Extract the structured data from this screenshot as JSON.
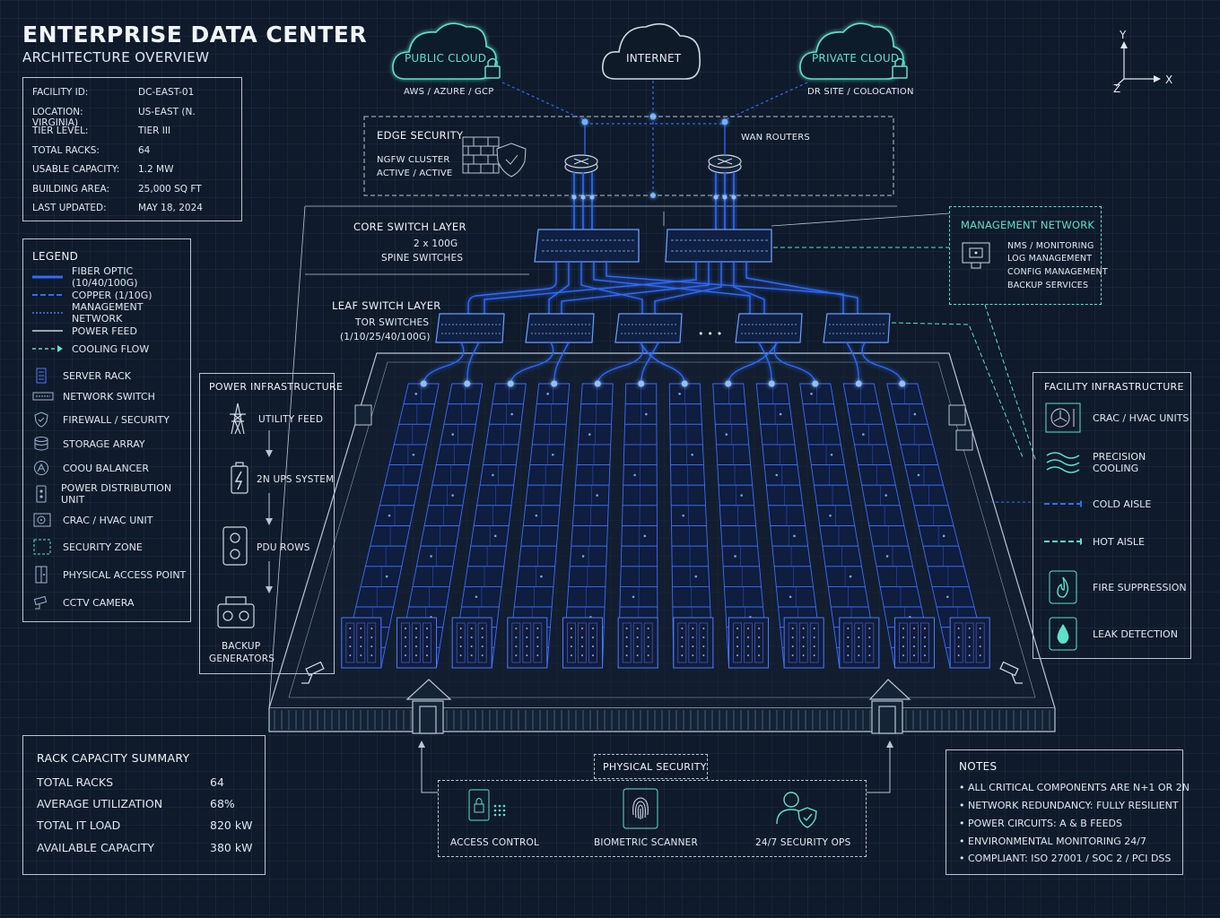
{
  "title": "ENTERPRISE DATA CENTER",
  "subtitle": "ARCHITECTURE OVERVIEW",
  "facility": [
    {
      "k": "FACILITY ID:",
      "v": "DC-EAST-01"
    },
    {
      "k": "LOCATION:",
      "v": "US-EAST (N. VIRGINIA)"
    },
    {
      "k": "TIER LEVEL:",
      "v": "TIER III"
    },
    {
      "k": "TOTAL RACKS:",
      "v": "64"
    },
    {
      "k": "USABLE CAPACITY:",
      "v": "1.2 MW"
    },
    {
      "k": "BUILDING AREA:",
      "v": "25,000 SQ FT"
    },
    {
      "k": "LAST UPDATED:",
      "v": "MAY 18, 2024"
    }
  ],
  "legend": {
    "title": "LEGEND",
    "lines": [
      "FIBER OPTIC (10/40/100G)",
      "COPPER (1/10G)",
      "MANAGEMENT NETWORK",
      "POWER FEED",
      "COOLING FLOW"
    ],
    "icons": [
      {
        "label": "SERVER RACK",
        "icon": "server-rack-icon"
      },
      {
        "label": "NETWORK SWITCH",
        "icon": "network-switch-icon"
      },
      {
        "label": "FIREWALL / SECURITY",
        "icon": "shield-icon"
      },
      {
        "label": "STORAGE ARRAY",
        "icon": "storage-icon"
      },
      {
        "label": "COOU BALANCER",
        "icon": "load-balancer-icon"
      },
      {
        "label": "POWER DISTRIBUTION UNIT",
        "icon": "pdu-icon"
      },
      {
        "label": "CRAC / HVAC UNIT",
        "icon": "hvac-icon"
      },
      {
        "label": "SECURITY ZONE",
        "icon": "zone-icon"
      },
      {
        "label": "PHYSICAL ACCESS POINT",
        "icon": "door-icon"
      },
      {
        "label": "CCTV CAMERA",
        "icon": "cctv-icon"
      }
    ]
  },
  "clouds": {
    "public": {
      "label": "PUBLIC CLOUD",
      "sub": "AWS / AZURE / GCP"
    },
    "internet": {
      "label": "INTERNET"
    },
    "private": {
      "label": "PRIVATE CLOUD",
      "sub": "DR SITE / COLOCATION"
    }
  },
  "axes": {
    "y": "Y",
    "x": "X",
    "z": "Z"
  },
  "edge": {
    "title": "EDGE SECURITY",
    "line1": "NGFW CLUSTER",
    "line2": "ACTIVE / ACTIVE",
    "wan": "WAN ROUTERS"
  },
  "core": {
    "title": "CORE SWITCH LAYER",
    "line1": "2 x 100G",
    "line2": "SPINE SWITCHES"
  },
  "leaf": {
    "title": "LEAF SWITCH LAYER",
    "line1": "TOR SWITCHES",
    "line2": "(1/10/25/40/100G)",
    "ellipsis": "• • •"
  },
  "management": {
    "title": "MANAGEMENT NETWORK",
    "items": [
      "NMS / MONITORING",
      "LOG MANAGEMENT",
      "CONFIG MANAGEMENT",
      "BACKUP SERVICES"
    ]
  },
  "power": {
    "title": "POWER INFRASTRUCTURE",
    "items": [
      "UTILITY FEED",
      "2N UPS SYSTEM",
      "PDU ROWS"
    ],
    "backup1": "BACKUP",
    "backup2": "GENERATORS"
  },
  "facility_infra": {
    "title": "FACILITY INFRASTRUCTURE",
    "items": [
      {
        "label": "CRAC / HVAC UNITS",
        "icon": "hvac-icon"
      },
      {
        "label": "PRECISION COOLING",
        "icon": "cooling-waves-icon"
      },
      {
        "label": "COLD AISLE",
        "icon": "cold-aisle-arrow-icon"
      },
      {
        "label": "HOT AISLE",
        "icon": "hot-aisle-arrow-icon"
      },
      {
        "label": "FIRE SUPPRESSION",
        "icon": "flame-icon"
      },
      {
        "label": "LEAK DETECTION",
        "icon": "droplet-icon"
      }
    ]
  },
  "capacity": {
    "title": "RACK CAPACITY SUMMARY",
    "rows": [
      {
        "k": "TOTAL RACKS",
        "v": "64"
      },
      {
        "k": "AVERAGE UTILIZATION",
        "v": "68%"
      },
      {
        "k": "TOTAL IT LOAD",
        "v": "820 kW"
      },
      {
        "k": "AVAILABLE CAPACITY",
        "v": "380 kW"
      }
    ]
  },
  "physical_security": {
    "title": "PHYSICAL SECURITY",
    "items": [
      {
        "label": "ACCESS CONTROL",
        "icon": "keypad-lock-icon"
      },
      {
        "label": "BIOMETRIC SCANNER",
        "icon": "fingerprint-icon"
      },
      {
        "label": "24/7 SECURITY OPS",
        "icon": "security-guard-icon"
      }
    ]
  },
  "notes": {
    "title": "NOTES",
    "items": [
      "ALL CRITICAL COMPONENTS ARE N+1 OR 2N",
      "NETWORK REDUNDANCY: FULLY RESILIENT",
      "POWER CIRCUITS: A & B FEEDS",
      "ENVIRONMENTAL MONITORING 24/7",
      "COMPLIANT: ISO 27001 / SOC 2 / PCI DSS"
    ]
  },
  "colors": {
    "fiber": "#2f6bff",
    "accent": "#5fe0c8",
    "line": "#b9c6d6",
    "rack": "#4a7bff"
  }
}
